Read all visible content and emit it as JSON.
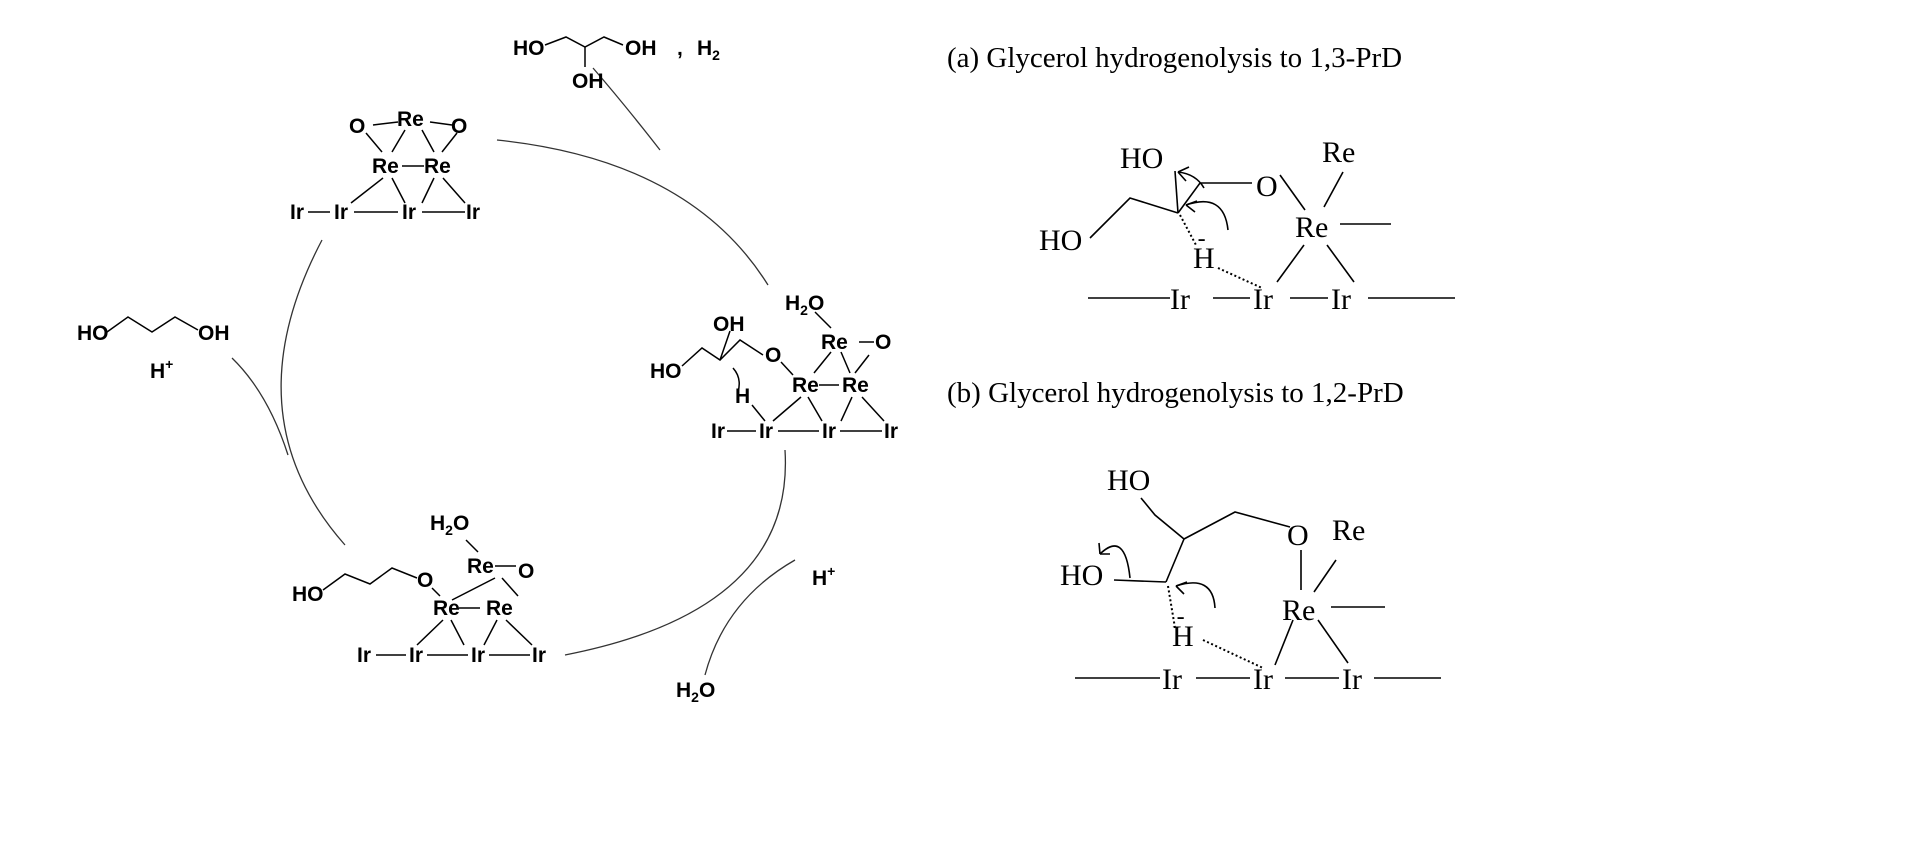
{
  "labels": {
    "HO": "HO",
    "OH": "OH",
    "O": "O",
    "Re": "Re",
    "Ir": "Ir",
    "H": "H",
    "H2O_H": "H",
    "H2O_2": "2",
    "H2O_O": "O",
    "H2_H": "H",
    "H2_2": "2",
    "comma": ",",
    "Hplus": "+",
    "Hminus": "-"
  },
  "captions": {
    "a": "(a) Glycerol hydrogenolysis to 1,3-PrD",
    "b": "(b) Glycerol hydrogenolysis to 1,2-PrD"
  }
}
